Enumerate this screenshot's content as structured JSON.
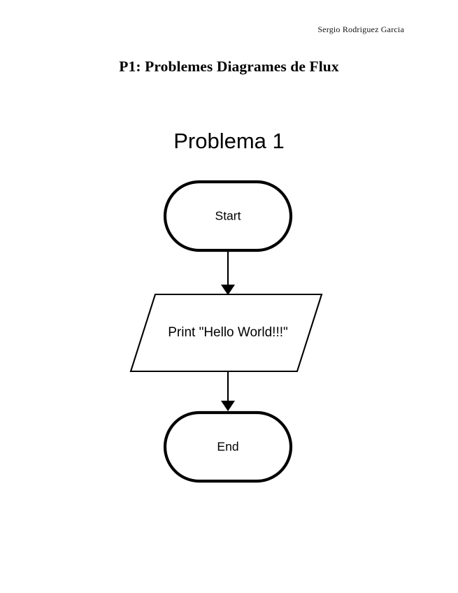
{
  "document": {
    "author_header": "Sergio Rodriguez Garcia",
    "title": "P1: Problemes Diagrames de Flux"
  },
  "diagram": {
    "heading": "Problema 1",
    "type": "flowchart",
    "orientation": "vertical",
    "nodes": [
      {
        "id": "start",
        "shape": "terminator",
        "label": "Start"
      },
      {
        "id": "print",
        "shape": "parallelogram",
        "label": "Print \"Hello World!!!\""
      },
      {
        "id": "end",
        "shape": "terminator",
        "label": "End"
      }
    ],
    "edges": [
      {
        "from": "start",
        "to": "print",
        "arrow": "down",
        "label": ""
      },
      {
        "from": "print",
        "to": "end",
        "arrow": "down",
        "label": ""
      }
    ],
    "colors": {
      "stroke": "#000000",
      "fill": "#ffffff",
      "text": "#000000"
    }
  }
}
